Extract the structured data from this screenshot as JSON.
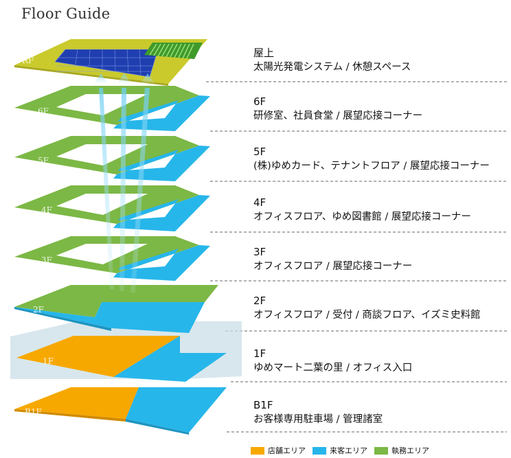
{
  "title": "Floor Guide",
  "colors": {
    "store": "#F7A800",
    "visitor": "#27B6EA",
    "office": "#7CB845",
    "roof": "#CACA2C"
  },
  "floors": [
    {
      "label": "RF",
      "name": "屋上",
      "desc": "太陽光発電システム / 休憩スペース"
    },
    {
      "label": "6F",
      "name": "6F",
      "desc": "研修室、社員食堂 / 展望応接コーナー"
    },
    {
      "label": "5F",
      "name": "5F",
      "desc": "(株)ゆめカード、テナントフロア / 展望応接コーナー"
    },
    {
      "label": "4F",
      "name": "4F",
      "desc": "オフィスフロア、ゆめ図書館 / 展望応接コーナー"
    },
    {
      "label": "3F",
      "name": "3F",
      "desc": "オフィスフロア / 展望応接コーナー"
    },
    {
      "label": "2F",
      "name": "2F",
      "desc": "オフィスフロア / 受付 / 商談フロア、イズミ史料館"
    },
    {
      "label": "1F",
      "name": "1F",
      "desc": "ゆめマート二葉の里 / オフィス入口"
    },
    {
      "label": "B1F",
      "name": "B1F",
      "desc": "お客様専用駐車場 / 管理諸室"
    }
  ],
  "legend": [
    {
      "label": "店舗エリア",
      "color": "#F7A800"
    },
    {
      "label": "来客エリア",
      "color": "#27B6EA"
    },
    {
      "label": "執務エリア",
      "color": "#7CB845"
    }
  ]
}
